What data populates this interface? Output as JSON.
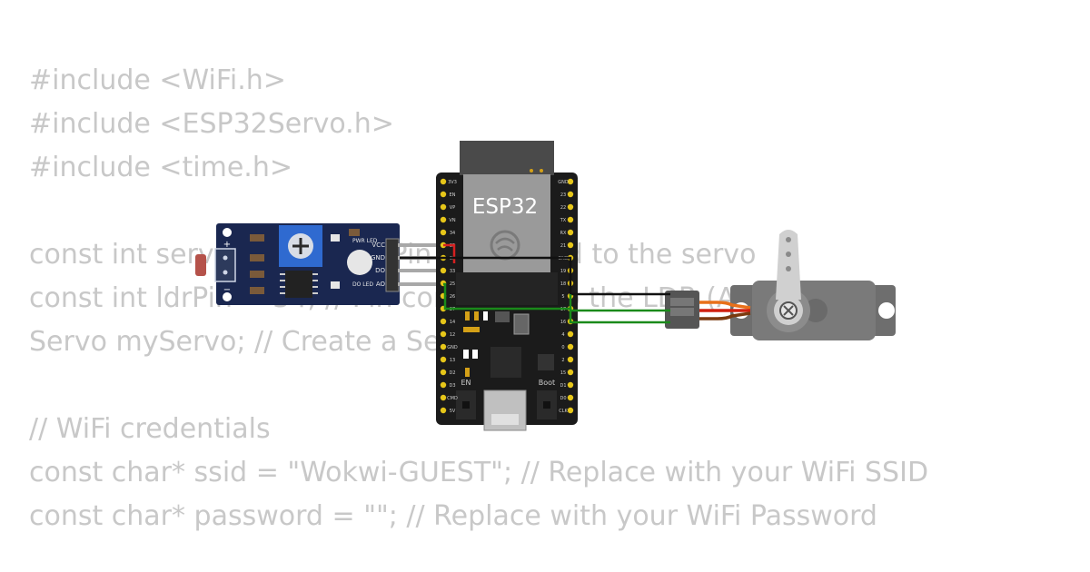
{
  "code": {
    "lines": [
      "#include <WiFi.h>",
      "#include <ESP32Servo.h>",
      "#include <time.h>",
      "",
      "const int servoPin = 18; // Pin connected to the servo",
      "const int ldrPin = 34; // Pin connected to the LDR (Analog)",
      "Servo myServo; // Create a Servo object",
      "",
      "// WiFi credentials",
      "const char* ssid = \"Wokwi-GUEST\"; // Replace with your WiFi SSID",
      "const char* password = \"\"; // Replace with your WiFi Password"
    ]
  },
  "esp32": {
    "label": "ESP32",
    "left_pins": [
      "3V3",
      "EN",
      "VP",
      "VN",
      "34",
      "35",
      "32",
      "33",
      "25",
      "26",
      "27",
      "14",
      "12",
      "GND",
      "13",
      "D2",
      "D3",
      "CMD",
      "5V"
    ],
    "right_pins": [
      "GND",
      "23",
      "22",
      "TX",
      "RX",
      "21",
      "GND",
      "19",
      "18",
      "5",
      "17",
      "16",
      "4",
      "0",
      "2",
      "15",
      "D1",
      "D0",
      "CLK"
    ],
    "button_en": "EN",
    "button_boot": "Boot"
  },
  "ldr_module": {
    "pins": [
      "VCC",
      "GND",
      "DO",
      "AO"
    ],
    "pwr_led": "PWR LED",
    "do_led": "DO LED",
    "plus": "+",
    "minus": "−"
  },
  "colors": {
    "board": "#1b1b1b",
    "module": "#1a2750",
    "servo": "#6e6e6e",
    "wire_power": "#d62020",
    "wire_ground": "#111111",
    "wire_signal": "#1a8a1a",
    "servo_lead_orange": "#e8701a",
    "servo_lead_red": "#d02010",
    "servo_lead_brown": "#7a3a10"
  }
}
